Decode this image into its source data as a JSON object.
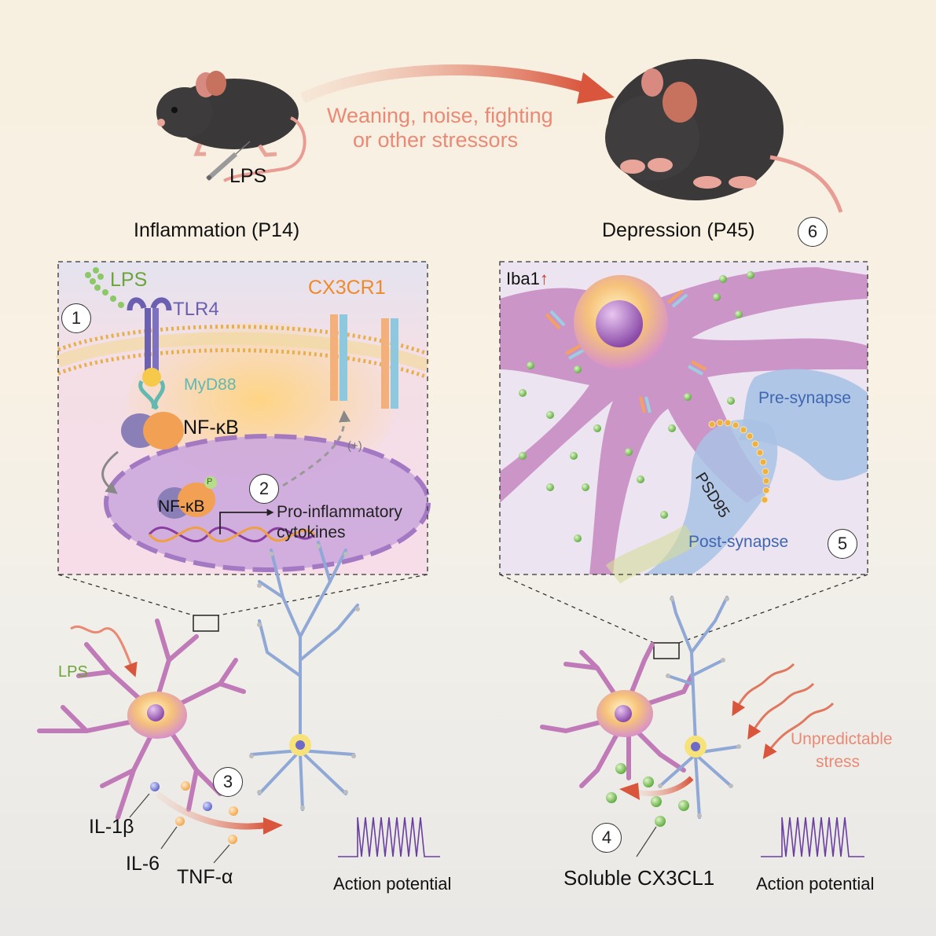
{
  "top": {
    "injection_label": "LPS",
    "stressors_line1": "Weaning, noise, fighting",
    "stressors_line2": "or other stressors"
  },
  "left": {
    "title": "Inflammation (P14)",
    "inset": {
      "lps": "LPS",
      "tlr4": "TLR4",
      "myd88": "MyD88",
      "cx3cr1": "CX3CR1",
      "nfkb": "NF-κB",
      "nfkb_nucleus": "NF-κB",
      "phospho": "P",
      "plus": "(+)",
      "pro_line1": "Pro-inflammatory",
      "pro_line2": "cytokines",
      "step1": "1",
      "step2": "2"
    },
    "lps_arrow_label": "LPS",
    "step3": "3",
    "il1b": "IL-1β",
    "il6": "IL-6",
    "tnfa": "TNF-α",
    "action_potential": "Action potential"
  },
  "right": {
    "title": "Depression (P45)",
    "step6": "6",
    "inset": {
      "iba1": "Iba1",
      "pre_synapse": "Pre-synapse",
      "psd95": "PSD95",
      "post_synapse": "Post-synapse",
      "step5": "5"
    },
    "unpredictable_line1": "Unpredictable",
    "unpredictable_line2": "stress",
    "step4": "4",
    "soluble": "Soluble CX3CL1",
    "action_potential": "Action potential"
  },
  "colors": {
    "lps_green": "#6ba53a",
    "tlr4_purple": "#6a5fb0",
    "myd88_teal": "#63b8b0",
    "cx3cr1_orange": "#ef8a2b",
    "stress_salmon": "#e88a75",
    "synapse_blue": "#3f66b0",
    "microglia_pink": "#c07ab8",
    "arrow_red": "#d9553c"
  }
}
